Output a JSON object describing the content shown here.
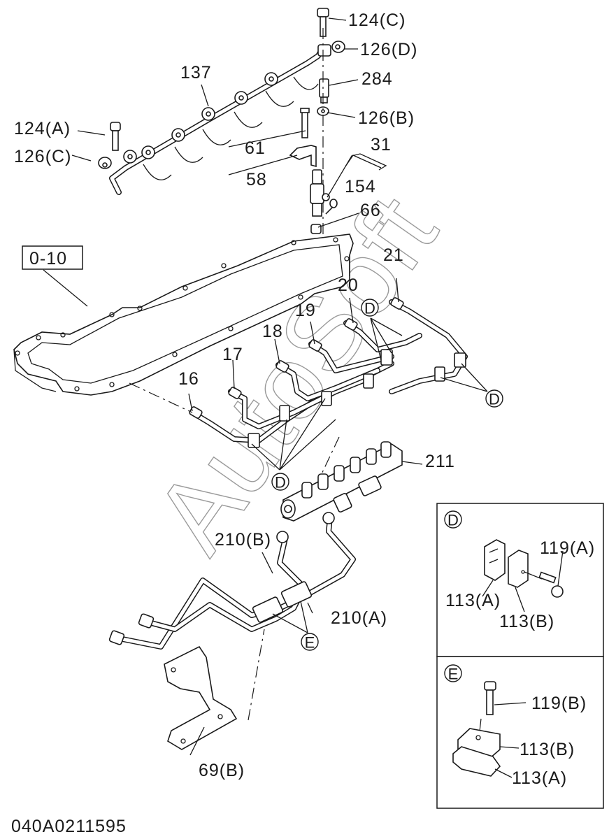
{
  "diagram": {
    "title": "Fuel injection pipe & injector exploded parts view",
    "drawing_number": "040A0211595",
    "reference_box": "0-10",
    "watermark": "AutoSoft",
    "callouts": [
      {
        "id": "124C",
        "text": "124(C)"
      },
      {
        "id": "126D",
        "text": "126(D)"
      },
      {
        "id": "284",
        "text": "284"
      },
      {
        "id": "137",
        "text": "137"
      },
      {
        "id": "126B",
        "text": "126(B)"
      },
      {
        "id": "124A",
        "text": "124(A)"
      },
      {
        "id": "61",
        "text": "61"
      },
      {
        "id": "31",
        "text": "31"
      },
      {
        "id": "126C",
        "text": "126(C)"
      },
      {
        "id": "58",
        "text": "58"
      },
      {
        "id": "154",
        "text": "154"
      },
      {
        "id": "66",
        "text": "66"
      },
      {
        "id": "21",
        "text": "21"
      },
      {
        "id": "20",
        "text": "20"
      },
      {
        "id": "19",
        "text": "19"
      },
      {
        "id": "18",
        "text": "18"
      },
      {
        "id": "17",
        "text": "17"
      },
      {
        "id": "16",
        "text": "16"
      },
      {
        "id": "211",
        "text": "211"
      },
      {
        "id": "210B",
        "text": "210(B)"
      },
      {
        "id": "210A",
        "text": "210(A)"
      },
      {
        "id": "69B",
        "text": "69(B)"
      }
    ],
    "detail_markers": {
      "D": "D",
      "E": "E"
    },
    "detail_D": {
      "marker": "D",
      "labels": {
        "bolt": "119(A)",
        "clamp_a": "113(A)",
        "clamp_b": "113(B)"
      }
    },
    "detail_E": {
      "marker": "E",
      "labels": {
        "bolt": "119(B)",
        "clamp_b": "113(B)",
        "clamp_a": "113(A)"
      }
    }
  }
}
